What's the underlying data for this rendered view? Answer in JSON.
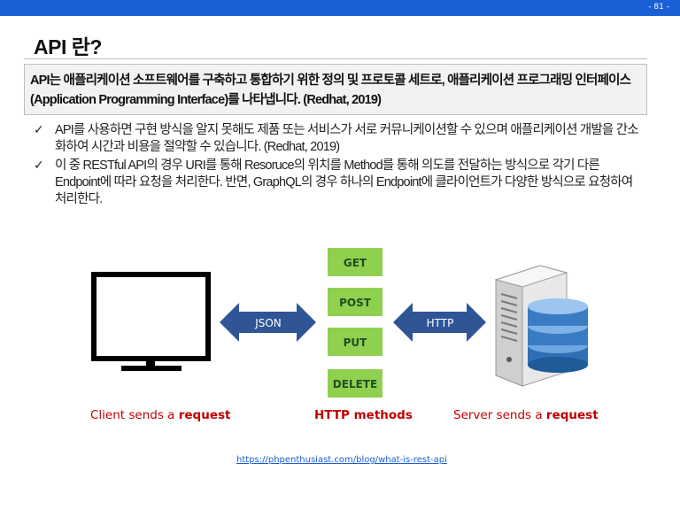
{
  "header": {
    "page_number": "- 81 -",
    "bar_color": "#1a5fd6"
  },
  "title": "API 란?",
  "definition": "API는 애플리케이션 소프트웨어를 구축하고 통합하기 위한 정의 및 프로토콜 세트로, 애플리케이션 프로그래밍 인터페이스(Application Programming Interface)를 나타냅니다. (Redhat, 2019)",
  "bullets": [
    {
      "icon": "check-icon",
      "text": "API를 사용하면 구현 방식을 알지 못해도 제품 또는 서비스가 서로 커뮤니케이션할 수 있으며 애플리케이션 개발을 간소화하여 시간과 비용을 절약할 수 있습니다. (Redhat, 2019)"
    },
    {
      "icon": "check-icon",
      "text": "이 중 RESTful API의 경우 URI를 통해 Resoruce의 위치를 Method를 통해 의도를 전달하는 방식으로 각기 다른 Endpoint에 따라 요청을 처리한다. 반면, GraphQL의 경우 하나의 Endpoint에 클라이언트가 다양한 방식으로 요청하여 처리한다."
    }
  ],
  "diagram": {
    "left_arrow_label": "JSON",
    "right_arrow_label": "HTTP",
    "methods": [
      "GET",
      "POST",
      "PUT",
      "DELETE"
    ],
    "method_box_color": "#8fd14f",
    "arrow_color": "#2f5597",
    "icons": [
      "monitor-icon",
      "server-icon",
      "database-icon"
    ]
  },
  "captions": {
    "client_prefix": "Client sends a ",
    "client_bold": "request",
    "methods": "HTTP methods",
    "server_prefix": "Server sends a ",
    "server_bold": "request",
    "color": "#c00000"
  },
  "source_link": "https://phpenthusiast.com/blog/what-is-rest-api"
}
